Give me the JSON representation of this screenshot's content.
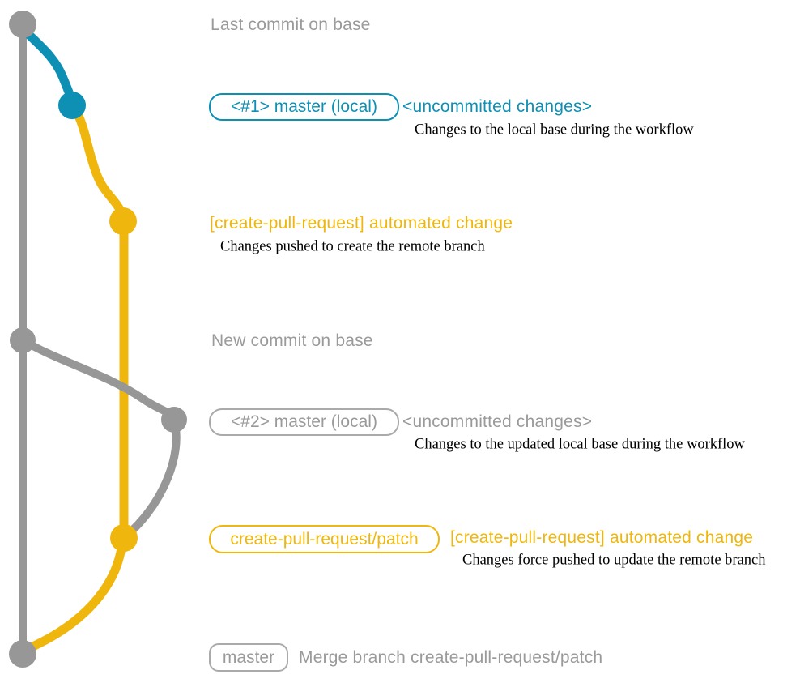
{
  "colors": {
    "gray": "#979797",
    "teal": "#0e90b4",
    "yellow": "#efb70d",
    "description_text": "#000000",
    "background": "#ffffff"
  },
  "graph": {
    "branches": [
      {
        "name": "base-branch",
        "color": "#979797"
      },
      {
        "name": "local-uncommitted-branch",
        "color": "#0e90b4"
      },
      {
        "name": "create-pull-request-patch-branch",
        "color": "#efb70d"
      }
    ],
    "nodes": [
      {
        "name": "last-commit-on-base",
        "color": "#979797"
      },
      {
        "name": "uncommitted-changes-1",
        "color": "#0e90b4"
      },
      {
        "name": "automated-change-1",
        "color": "#efb70d"
      },
      {
        "name": "new-commit-on-base",
        "color": "#979797"
      },
      {
        "name": "uncommitted-changes-2",
        "color": "#979797"
      },
      {
        "name": "automated-change-2",
        "color": "#efb70d"
      },
      {
        "name": "merge-commit",
        "color": "#979797"
      }
    ]
  },
  "annotations": {
    "last_commit": {
      "title": "Last commit on base"
    },
    "commit1": {
      "badge": "<#1> master (local)",
      "tag": "<uncommitted changes>",
      "desc": "Changes to the local base during the workflow"
    },
    "commit2": {
      "title": "[create-pull-request] automated change",
      "desc": "Changes pushed to create the remote branch"
    },
    "new_commit": {
      "title": "New commit on base"
    },
    "commit3": {
      "badge": "<#2> master (local)",
      "tag": "<uncommitted changes>",
      "desc": "Changes to the updated local base during the workflow"
    },
    "commit4": {
      "badge": "create-pull-request/patch",
      "title": "[create-pull-request] automated change",
      "desc": "Changes force pushed to update the remote branch"
    },
    "merge": {
      "badge": "master",
      "title": "Merge branch create-pull-request/patch"
    }
  }
}
